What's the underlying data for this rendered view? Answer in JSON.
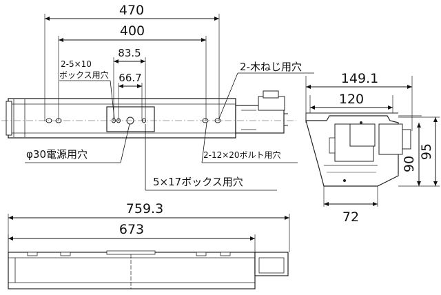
{
  "dimensions": {
    "total_mount_width": "470",
    "mount_width_400": "400",
    "box_hole_pitch": "83.5",
    "inner_hole_pitch": "66.7",
    "side_width": "149.1",
    "side_inner_width": "120",
    "side_bottom_width": "72",
    "side_height_90": "90",
    "side_height_95": "95",
    "overall_length": "759.3",
    "body_length": "673"
  },
  "callouts": {
    "box_holes_2_5x10_line1": "2-5×10",
    "box_holes_2_5x10_line2": "ボックス用穴",
    "wood_screw_holes": "2-木ねじ用穴",
    "power_hole": "φ30電源用穴",
    "bolt_holes": "2-12×20ボルト用穴",
    "box_holes_5x17": "5×17ボックス用穴"
  }
}
